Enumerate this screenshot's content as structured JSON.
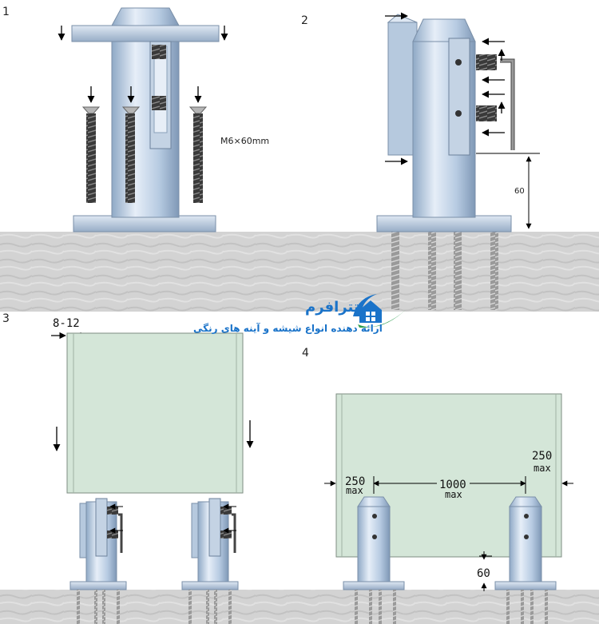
{
  "steps": {
    "s1": "1",
    "s2": "2",
    "s3": "3",
    "s4": "4"
  },
  "step1": {
    "screw_label": "M6×60mm"
  },
  "step2": {
    "height_dim": "60"
  },
  "step3": {
    "glass_thickness": "8-12"
  },
  "step4": {
    "left_edge": "250",
    "left_edge_unit": "max",
    "spacing": "1000",
    "spacing_unit": "max",
    "right_edge": "250",
    "right_edge_unit": "max",
    "height_dim": "60"
  },
  "watermark": {
    "brand": "تترافرم",
    "tagline": "ارائه دهنده انواع شیشه و آینه های رنگی",
    "logo_icon": "house-check-logo"
  },
  "colors": {
    "glass": "#d4e6d8",
    "metal": "#a9c3df",
    "concrete": "#d5d5d5",
    "brand_blue": "#1a73c9",
    "brand_green": "#2e9e4e"
  }
}
